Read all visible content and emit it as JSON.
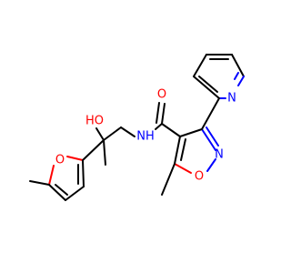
{
  "molecule": {
    "colors": {
      "carbon": "#000000",
      "oxygen": "#ff0000",
      "nitrogen": "#0000ff"
    },
    "labels": {
      "amide_o": "O",
      "amide_n": "NH",
      "hydroxyl": "HO",
      "isoxazole_n": "N",
      "isoxazole_o": "O",
      "pyridine_n": "N",
      "furan_o": "O"
    }
  }
}
